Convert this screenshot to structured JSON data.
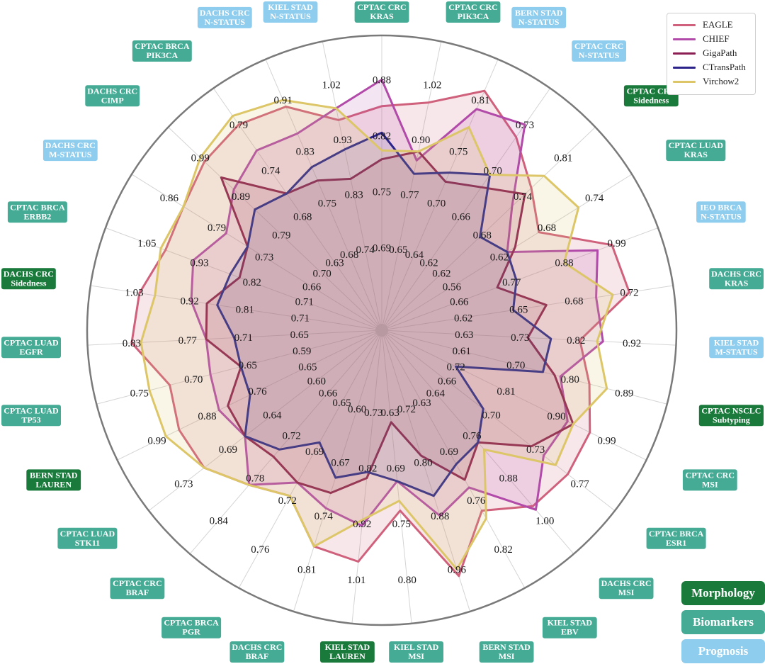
{
  "chart_data": {
    "type": "radar",
    "colors": {
      "Morphology": "#1a7a3c",
      "Biomarkers": "#45ab95",
      "Prognosis": "#8ecdee"
    },
    "tasks": [
      {
        "label": "CPTAC CRC KRAS",
        "lines": [
          "CPTAC CRC",
          "KRAS"
        ],
        "category": "Biomarkers",
        "ticks": [
          "0.88",
          "0.82",
          "0.75",
          "0.69"
        ]
      },
      {
        "label": "CPTAC CRC PIK3CA",
        "lines": [
          "CPTAC CRC",
          "PIK3CA"
        ],
        "category": "Biomarkers",
        "ticks": [
          "1.02",
          "0.90",
          "0.77",
          "0.65"
        ]
      },
      {
        "label": "BERN STAD N-STATUS",
        "lines": [
          "BERN STAD",
          "N-STATUS"
        ],
        "category": "Prognosis",
        "ticks": [
          "0.81",
          "0.75",
          "0.70",
          "0.64"
        ]
      },
      {
        "label": "CPTAC CRC N-STATUS",
        "lines": [
          "CPTAC CRC",
          "N-STATUS"
        ],
        "category": "Prognosis",
        "ticks": [
          "0.73",
          "0.70",
          "0.66",
          "0.62"
        ]
      },
      {
        "label": "CPTAC CRC Sidedness",
        "lines": [
          "CPTAC CRC",
          "Sidedness"
        ],
        "category": "Morphology",
        "ticks": [
          "0.81",
          "0.74",
          "0.68",
          "0.62"
        ]
      },
      {
        "label": "CPTAC LUAD KRAS",
        "lines": [
          "CPTAC LUAD",
          "KRAS"
        ],
        "category": "Biomarkers",
        "ticks": [
          "0.74",
          "0.68",
          "0.62",
          "0.56"
        ]
      },
      {
        "label": "IEO BRCA N-STATUS",
        "lines": [
          "IEO BRCA",
          "N-STATUS"
        ],
        "category": "Prognosis",
        "ticks": [
          "0.99",
          "0.88",
          "0.77",
          "0.66"
        ]
      },
      {
        "label": "DACHS CRC KRAS",
        "lines": [
          "DACHS CRC",
          "KRAS"
        ],
        "category": "Biomarkers",
        "ticks": [
          "0.72",
          "0.68",
          "0.65",
          "0.62"
        ]
      },
      {
        "label": "KIEL STAD M-STATUS",
        "lines": [
          "KIEL STAD",
          "M-STATUS"
        ],
        "category": "Prognosis",
        "ticks": [
          "0.92",
          "0.82",
          "0.73",
          "0.63"
        ]
      },
      {
        "label": "CPTAC NSCLC Subtyping",
        "lines": [
          "CPTAC NSCLC",
          "Subtyping"
        ],
        "category": "Morphology",
        "ticks": [
          "0.89",
          "0.80",
          "0.70",
          "0.61"
        ]
      },
      {
        "label": "CPTAC CRC MSI",
        "lines": [
          "CPTAC CRC",
          "MSI"
        ],
        "category": "Biomarkers",
        "ticks": [
          "0.99",
          "0.90",
          "0.81",
          "0.72"
        ]
      },
      {
        "label": "CPTAC BRCA ESR1",
        "lines": [
          "CPTAC BRCA",
          "ESR1"
        ],
        "category": "Biomarkers",
        "ticks": [
          "0.77",
          "0.73",
          "0.70",
          "0.66"
        ]
      },
      {
        "label": "DACHS CRC MSI",
        "lines": [
          "DACHS CRC",
          "MSI"
        ],
        "category": "Biomarkers",
        "ticks": [
          "1.00",
          "0.88",
          "0.76",
          "0.64"
        ]
      },
      {
        "label": "KIEL STAD EBV",
        "lines": [
          "KIEL STAD",
          "EBV"
        ],
        "category": "Biomarkers",
        "ticks": [
          "0.82",
          "0.76",
          "0.69",
          "0.63"
        ]
      },
      {
        "label": "BERN STAD MSI",
        "lines": [
          "BERN STAD",
          "MSI"
        ],
        "category": "Biomarkers",
        "ticks": [
          "0.96",
          "0.88",
          "0.80",
          "0.72"
        ]
      },
      {
        "label": "KIEL STAD MSI",
        "lines": [
          "KIEL STAD",
          "MSI"
        ],
        "category": "Biomarkers",
        "ticks": [
          "0.80",
          "0.75",
          "0.69",
          "0.63"
        ]
      },
      {
        "label": "KIEL STAD LAUREN",
        "lines": [
          "KIEL STAD",
          "LAUREN"
        ],
        "category": "Morphology",
        "ticks": [
          "1.01",
          "0.92",
          "0.82",
          "0.73"
        ]
      },
      {
        "label": "DACHS CRC BRAF",
        "lines": [
          "DACHS CRC",
          "BRAF"
        ],
        "category": "Biomarkers",
        "ticks": [
          "0.81",
          "0.74",
          "0.67",
          "0.60"
        ]
      },
      {
        "label": "CPTAC BRCA PGR",
        "lines": [
          "CPTAC BRCA",
          "PGR"
        ],
        "category": "Biomarkers",
        "ticks": [
          "0.76",
          "0.72",
          "0.69",
          "0.65"
        ]
      },
      {
        "label": "CPTAC CRC BRAF",
        "lines": [
          "CPTAC CRC",
          "BRAF"
        ],
        "category": "Biomarkers",
        "ticks": [
          "0.84",
          "0.78",
          "0.72",
          "0.66"
        ]
      },
      {
        "label": "CPTAC LUAD STK11",
        "lines": [
          "CPTAC LUAD",
          "STK11"
        ],
        "category": "Biomarkers",
        "ticks": [
          "0.73",
          "0.69",
          "0.64",
          "0.60"
        ]
      },
      {
        "label": "BERN STAD LAUREN",
        "lines": [
          "BERN STAD",
          "LAUREN"
        ],
        "category": "Morphology",
        "ticks": [
          "0.99",
          "0.88",
          "0.76",
          "0.65"
        ]
      },
      {
        "label": "CPTAC LUAD TP53",
        "lines": [
          "CPTAC LUAD",
          "TP53"
        ],
        "category": "Biomarkers",
        "ticks": [
          "0.75",
          "0.70",
          "0.65",
          "0.59"
        ]
      },
      {
        "label": "CPTAC LUAD EGFR",
        "lines": [
          "CPTAC LUAD",
          "EGFR"
        ],
        "category": "Biomarkers",
        "ticks": [
          "0.83",
          "0.77",
          "0.71",
          "0.65"
        ]
      },
      {
        "label": "DACHS CRC Sidedness",
        "lines": [
          "DACHS CRC",
          "Sidedness"
        ],
        "category": "Morphology",
        "ticks": [
          "1.03",
          "0.92",
          "0.81",
          "0.71"
        ]
      },
      {
        "label": "CPTAC BRCA ERBB2",
        "lines": [
          "CPTAC BRCA",
          "ERBB2"
        ],
        "category": "Biomarkers",
        "ticks": [
          "1.05",
          "0.93",
          "0.82",
          "0.71"
        ]
      },
      {
        "label": "DACHS CRC M-STATUS",
        "lines": [
          "DACHS CRC",
          "M-STATUS"
        ],
        "category": "Prognosis",
        "ticks": [
          "0.86",
          "0.79",
          "0.73",
          "0.66"
        ]
      },
      {
        "label": "DACHS CRC CIMP",
        "lines": [
          "DACHS CRC",
          "CIMP"
        ],
        "category": "Biomarkers",
        "ticks": [
          "0.99",
          "0.89",
          "0.79",
          "0.70"
        ]
      },
      {
        "label": "CPTAC BRCA PIK3CA",
        "lines": [
          "CPTAC BRCA",
          "PIK3CA"
        ],
        "category": "Biomarkers",
        "ticks": [
          "0.79",
          "0.74",
          "0.68",
          "0.63"
        ]
      },
      {
        "label": "DACHS CRC N-STATUS",
        "lines": [
          "DACHS CRC",
          "N-STATUS"
        ],
        "category": "Prognosis",
        "ticks": [
          "0.91",
          "0.83",
          "0.75",
          "0.68"
        ]
      },
      {
        "label": "KIEL STAD N-STATUS",
        "lines": [
          "KIEL STAD",
          "N-STATUS"
        ],
        "category": "Prognosis",
        "ticks": [
          "1.02",
          "0.93",
          "0.83",
          "0.74"
        ]
      }
    ],
    "series": [
      {
        "name": "EAGLE",
        "color": "#d0617c",
        "fill_opacity": 0.16,
        "values": [
          0.85,
          0.98,
          0.82,
          0.72,
          0.76,
          0.67,
          0.98,
          0.72,
          0.83,
          0.83,
          0.96,
          0.76,
          0.96,
          0.77,
          0.97,
          0.73,
          0.98,
          0.78,
          0.72,
          0.79,
          0.71,
          0.94,
          0.72,
          0.83,
          1.02,
          1.01,
          0.84,
          0.98,
          0.79,
          0.9,
          0.96
        ]
      },
      {
        "name": "CHIEF",
        "color": "#b14aa8",
        "fill_opacity": 0.14,
        "values": [
          0.88,
          0.85,
          0.8,
          0.73,
          0.73,
          0.63,
          0.95,
          0.7,
          0.87,
          0.78,
          0.92,
          0.74,
          0.97,
          0.74,
          0.88,
          0.7,
          0.92,
          0.73,
          0.71,
          0.79,
          0.67,
          0.85,
          0.68,
          0.75,
          0.92,
          0.95,
          0.78,
          0.91,
          0.76,
          0.86,
          0.98
        ]
      },
      {
        "name": "GigaPath",
        "color": "#8b1e52",
        "fill_opacity": 0.12,
        "values": [
          0.79,
          0.87,
          0.72,
          0.68,
          0.75,
          0.64,
          0.74,
          0.67,
          0.74,
          0.77,
          0.93,
          0.73,
          0.78,
          0.73,
          0.79,
          0.64,
          0.84,
          0.71,
          0.71,
          0.75,
          0.67,
          0.83,
          0.65,
          0.75,
          0.89,
          0.85,
          0.75,
          0.94,
          0.71,
          0.79,
          0.86
        ]
      },
      {
        "name": "CTransPath",
        "color": "#2b2389",
        "fill_opacity": 0.1,
        "values": [
          0.82,
          0.82,
          0.73,
          0.69,
          0.68,
          0.63,
          0.78,
          0.65,
          0.78,
          0.75,
          0.72,
          0.69,
          0.78,
          0.71,
          0.85,
          0.7,
          0.83,
          0.69,
          0.68,
          0.74,
          0.67,
          0.78,
          0.65,
          0.72,
          0.87,
          0.87,
          0.75,
          0.86,
          0.71,
          0.81,
          0.91
        ]
      },
      {
        "name": "Virchow2",
        "color": "#dcc668",
        "fill_opacity": 0.16,
        "values": [
          0.8,
          0.87,
          0.78,
          0.69,
          0.78,
          0.72,
          0.88,
          0.71,
          0.86,
          0.86,
          0.93,
          0.75,
          0.8,
          0.78,
          0.96,
          0.72,
          0.91,
          0.78,
          0.72,
          0.79,
          0.71,
          0.97,
          0.74,
          0.82,
          0.99,
          1.02,
          0.84,
          0.99,
          0.8,
          0.91,
          0.98
        ]
      }
    ],
    "categories_legend": [
      "Morphology",
      "Biomarkers",
      "Prognosis"
    ]
  }
}
